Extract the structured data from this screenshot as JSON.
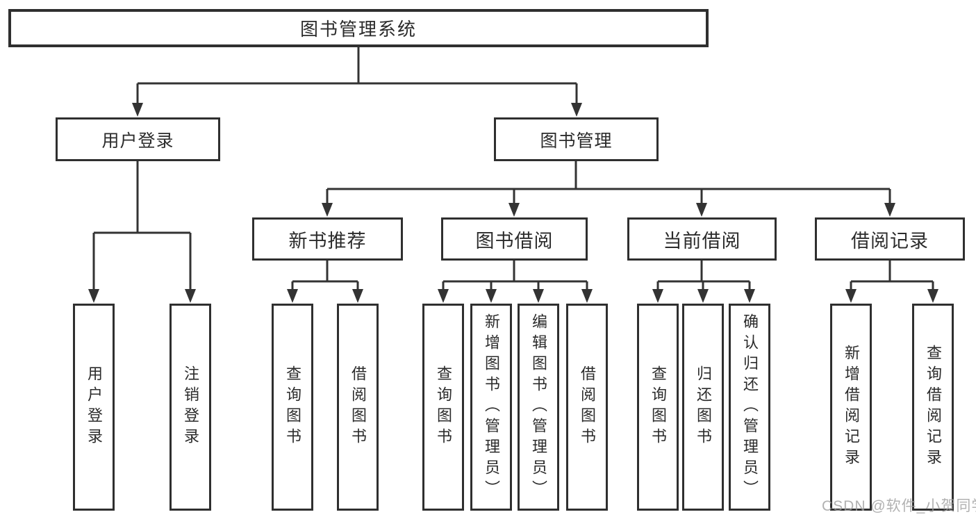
{
  "tree": {
    "root": "图书管理系统",
    "branches": [
      {
        "label": "用户登录",
        "children": [
          "用户登录",
          "注销登录"
        ]
      },
      {
        "label": "图书管理",
        "groups": [
          {
            "label": "新书推荐",
            "children": [
              "查询图书",
              "借阅图书"
            ]
          },
          {
            "label": "图书借阅",
            "children": [
              "查询图书",
              "新增图书（管理员）",
              "编辑图书（管理员）",
              "借阅图书"
            ]
          },
          {
            "label": "当前借阅",
            "children": [
              "查询图书",
              "归还图书",
              "确认归还（管理员）"
            ]
          },
          {
            "label": "借阅记录",
            "children": [
              "新增借阅记录",
              "查询借阅记录"
            ]
          }
        ]
      }
    ]
  },
  "watermark": {
    "text": "CSDN @软件_小贺同学",
    "color": "#b4b4b4"
  },
  "colors": {
    "line": "#333333",
    "box_border": "#2f2f2f",
    "text": "#2b2b2b",
    "background": "#ffffff"
  }
}
